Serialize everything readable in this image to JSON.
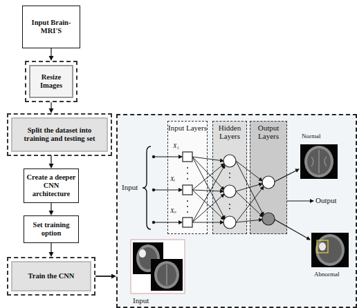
{
  "diagram": {
    "nodes": [
      {
        "text": [
          "Input Brain-MRI'S"
        ]
      },
      {
        "text": [
          "Resize Images"
        ]
      },
      {
        "text": [
          "Split the dataset into training and testing set"
        ]
      },
      {
        "text": [
          "Create a deeper CNN architecture"
        ]
      },
      {
        "text": [
          "Set training option"
        ]
      },
      {
        "text": [
          "Train the CNN"
        ]
      },
      {
        "text": [
          "Input"
        ]
      },
      {
        "text": [
          "Input Layers"
        ],
        "in": 6
      },
      {
        "text": [
          "Hidden Layers"
        ],
        "in": 6
      },
      {
        "text": [
          "Output Layers"
        ],
        "in": 6
      }
    ],
    "edges": [
      {
        "from": 0,
        "to": 1,
        "arrow": "to"
      },
      {
        "from": 1,
        "to": 2,
        "arrow": "to"
      },
      {
        "from": 2,
        "to": 3,
        "arrow": "to"
      },
      {
        "from": 3,
        "to": 4,
        "arrow": "to"
      },
      {
        "from": 4,
        "to": 5,
        "arrow": "to"
      },
      {
        "from": 5,
        "to": 6,
        "arrow": "to"
      }
    ],
    "labels": [
      "Input",
      "X₁",
      "Xᵢ",
      "Xₙ",
      "Normal",
      "Output",
      "Abnormal"
    ]
  }
}
